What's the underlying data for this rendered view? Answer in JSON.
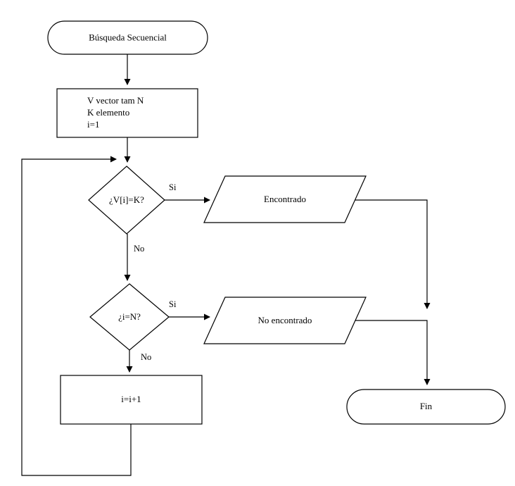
{
  "diagram": {
    "title": "Búsqueda Secuencial",
    "colors": {
      "background": "#ffffff",
      "stroke": "#000000",
      "fill": "#ffffff",
      "text": "#000000"
    },
    "nodes": {
      "start": {
        "label": "Búsqueda Secuencial",
        "shape": "stadium"
      },
      "declare": {
        "shape": "process",
        "lines": [
          "V vector tam N",
          "K elemento",
          "i=1"
        ]
      },
      "decision_found": {
        "label": "¿V[i]=K?",
        "shape": "diamond"
      },
      "output_found": {
        "label": "Encontrado",
        "shape": "parallelogram"
      },
      "decision_end": {
        "label": "¿i=N?",
        "shape": "diamond"
      },
      "output_not_found": {
        "label": "No encontrado",
        "shape": "parallelogram"
      },
      "increment": {
        "label": "i=i+1",
        "shape": "process"
      },
      "end": {
        "label": "Fin",
        "shape": "stadium"
      }
    },
    "edge_labels": {
      "found_yes": "Si",
      "found_no": "No",
      "end_yes": "Si",
      "end_no": "No"
    }
  }
}
